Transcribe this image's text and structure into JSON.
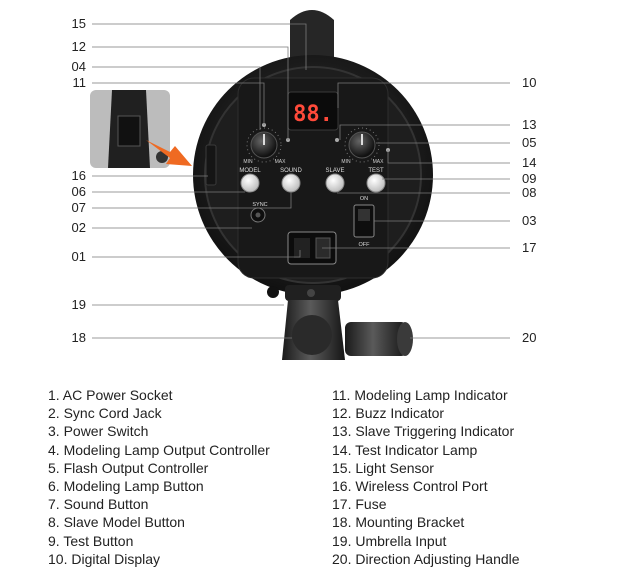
{
  "device": {
    "display_value": "88.",
    "labels": {
      "min": "MIN",
      "max": "MAX",
      "model": "MODEL",
      "sound": "SOUND",
      "slave": "SLAVE",
      "test": "TEST",
      "sync": "SYNC",
      "on": "ON",
      "off": "OFF"
    }
  },
  "callouts": {
    "left": [
      "15",
      "12",
      "04",
      "11",
      "16",
      "06",
      "07",
      "02",
      "01",
      "19",
      "18"
    ],
    "right": [
      "10",
      "13",
      "05",
      "14",
      "09",
      "08",
      "03",
      "17",
      "20"
    ]
  },
  "legend": {
    "left": [
      "1. AC Power Socket",
      "2. Sync Cord Jack",
      "3. Power Switch",
      "4. Modeling Lamp Output Controller",
      "5. Flash Output Controller",
      "6. Modeling Lamp Button",
      "7. Sound Button",
      "8. Slave Model Button",
      "9. Test Button",
      "10. Digital Display"
    ],
    "right": [
      "11. Modeling Lamp Indicator",
      "12. Buzz Indicator",
      "13. Slave Triggering Indicator",
      "14. Test Indicator Lamp",
      "15. Light Sensor",
      "16. Wireless Control Port",
      "17. Fuse",
      "18. Mounting Bracket",
      "19. Umbrella Input",
      "20. Direction Adjusting Handle"
    ]
  },
  "colors": {
    "body": "#2a2a2a",
    "panel": "#1c1c1c",
    "display_digits": "#ff4a3a",
    "sensor": "#d8242a",
    "arrow": "#ef6a22",
    "leader": "#7a7a7a"
  }
}
